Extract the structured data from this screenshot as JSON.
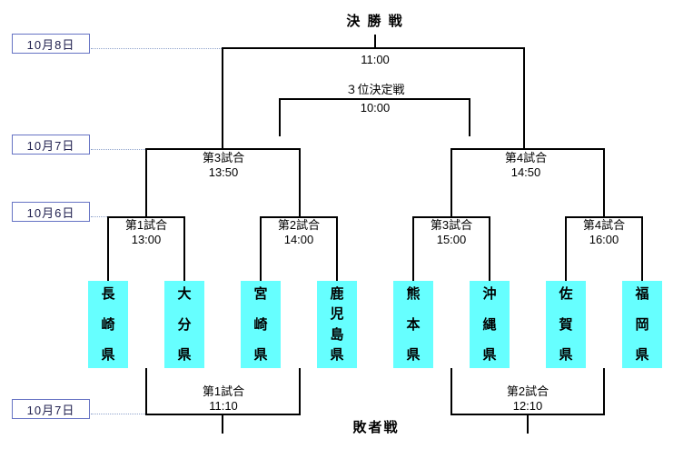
{
  "final": {
    "label": "決 勝 戦",
    "time": "11:00"
  },
  "third_place_match": {
    "label": "３位決定戦",
    "time": "10:00"
  },
  "date_labels": {
    "final_day": "10月8日",
    "semifinal_day": "10月7日",
    "quarterfinal_day": "10月6日",
    "consolation_day": "10月7日"
  },
  "semifinals": [
    {
      "label": "第3試合",
      "time": "13:50"
    },
    {
      "label": "第4試合",
      "time": "14:50"
    }
  ],
  "quarterfinals": [
    {
      "label": "第1試合",
      "time": "13:00"
    },
    {
      "label": "第2試合",
      "time": "14:00"
    },
    {
      "label": "第3試合",
      "time": "15:00"
    },
    {
      "label": "第4試合",
      "time": "16:00"
    }
  ],
  "teams": [
    "長崎県",
    "大分県",
    "宮崎県",
    "鹿児島県",
    "熊本県",
    "沖縄県",
    "佐賀県",
    "福岡県"
  ],
  "consolation": {
    "title": "敗者戦",
    "matches": [
      {
        "label": "第1試合",
        "time": "11:10"
      },
      {
        "label": "第2試合",
        "time": "12:10"
      }
    ]
  },
  "colors": {
    "team_box": "#66ffff",
    "date_border": "#6673c4",
    "dotted": "#8fa3cc",
    "line": "#000000"
  }
}
